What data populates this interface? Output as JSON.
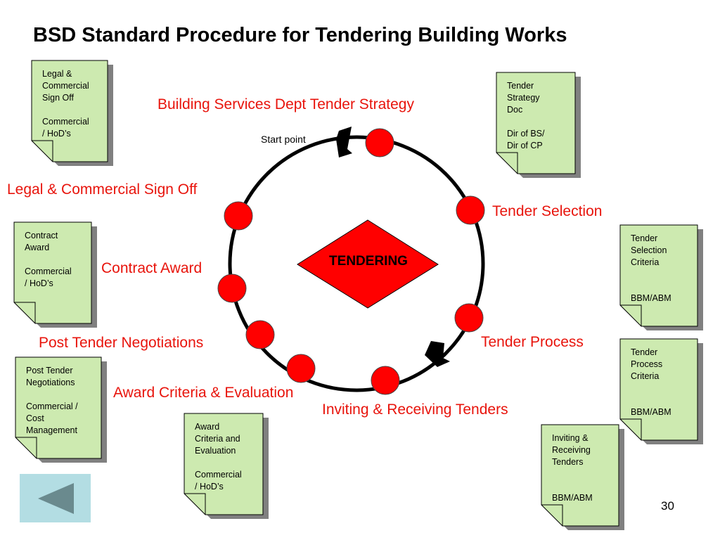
{
  "title": "BSD Standard Procedure for Tendering Building Works",
  "center_label": "TENDERING",
  "start_label": "Start point",
  "stages": {
    "strategy": "Building Services Dept Tender Strategy",
    "selection": "Tender Selection",
    "process": "Tender Process",
    "inviting": "Inviting & Receiving Tenders",
    "award_criteria": "Award Criteria & Evaluation",
    "negotiations": "Post Tender Negotiations",
    "contract_award": "Contract Award",
    "legal": "Legal & Commercial Sign Off"
  },
  "docs": {
    "legal": "Legal &\nCommercial\nSign Off\n\nCommercial\n/ HoD’s",
    "strategy": "Tender\nStrategy\nDoc\n\nDir of BS/\nDir of CP",
    "contract": "Contract\nAward\n\nCommercial\n/ HoD’s",
    "selection": "Tender\nSelection\nCriteria\n\n\nBBM/ABM",
    "negotiations": "Post Tender\nNegotiations\n\nCommercial /\nCost\nManagement",
    "process": "Tender\nProcess\nCriteria\n\n\nBBM/ABM",
    "award_criteria": "Award\nCriteria and\nEvaluation\n\nCommercial\n/ HoD’s",
    "inviting": "Inviting &\nReceiving\nTenders\n\n\nBBM/ABM"
  },
  "page_number": "30",
  "colors": {
    "stage_text": "#e8140c",
    "node_fill": "#ff0000",
    "doc_fill": "#cdeab0",
    "doc_shadow": "#808080",
    "back_button": "#b3dde3",
    "back_arrow": "#6a8a8e"
  },
  "icons": {
    "back": "left-triangle-icon"
  }
}
